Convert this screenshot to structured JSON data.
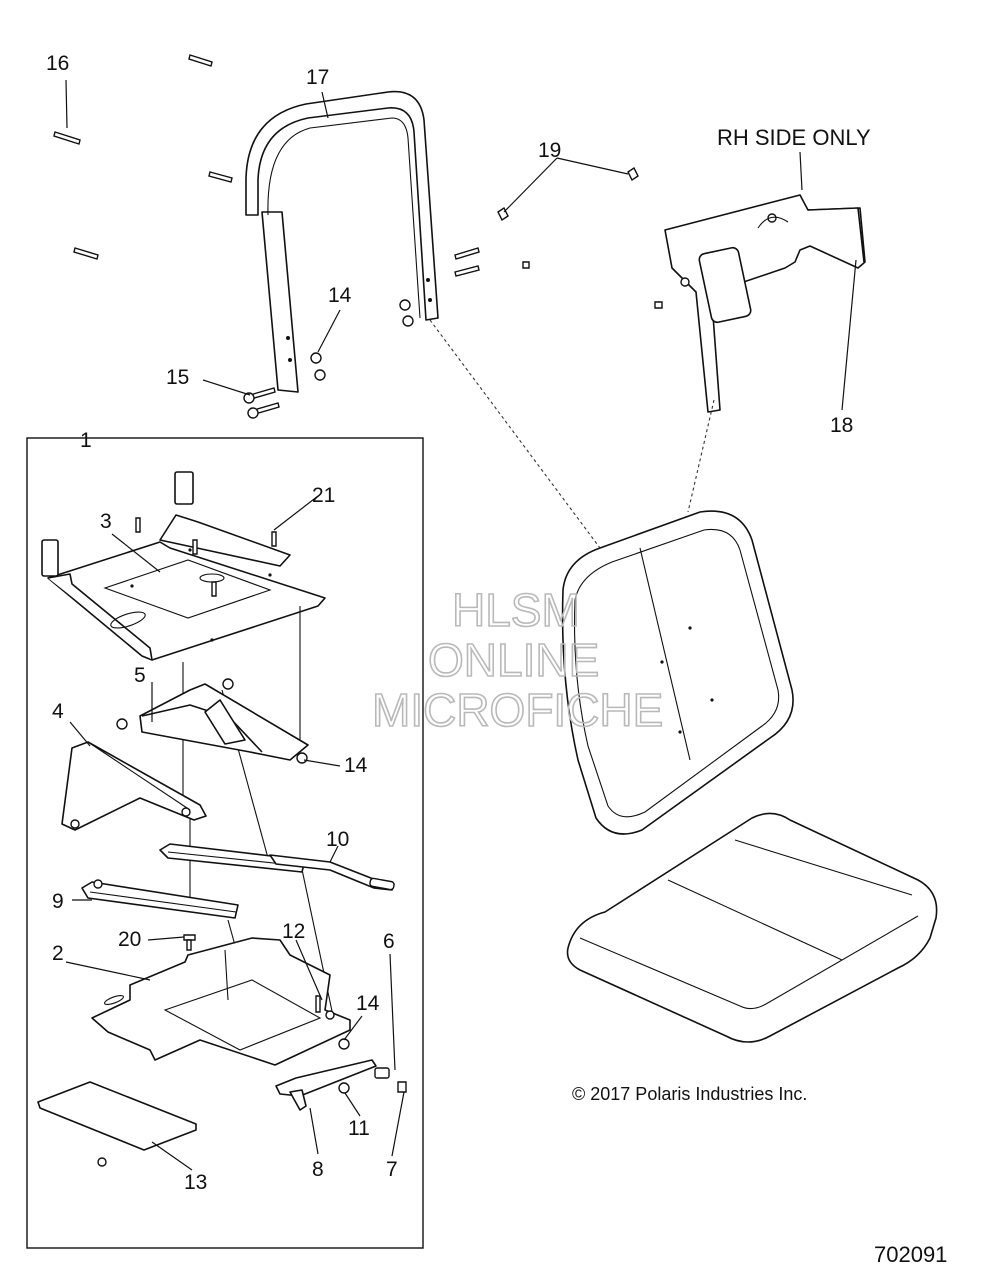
{
  "document": {
    "note_rh_side_only": "RH SIDE ONLY",
    "copyright": "© 2017 Polaris Industries Inc.",
    "drawing_number": "702091"
  },
  "watermark": {
    "line1": "HLSM",
    "line2": "ONLINE",
    "line3": "MICROFICHE"
  },
  "callouts": {
    "c1": "1",
    "c2": "2",
    "c3": "3",
    "c4": "4",
    "c5": "5",
    "c6": "6",
    "c7": "7",
    "c8": "8",
    "c9": "9",
    "c10": "10",
    "c11": "11",
    "c12": "12",
    "c13": "13",
    "c14a": "14",
    "c14b": "14",
    "c14c": "14",
    "c15": "15",
    "c16": "16",
    "c17": "17",
    "c18": "18",
    "c19": "19",
    "c20": "20",
    "c21": "21"
  }
}
